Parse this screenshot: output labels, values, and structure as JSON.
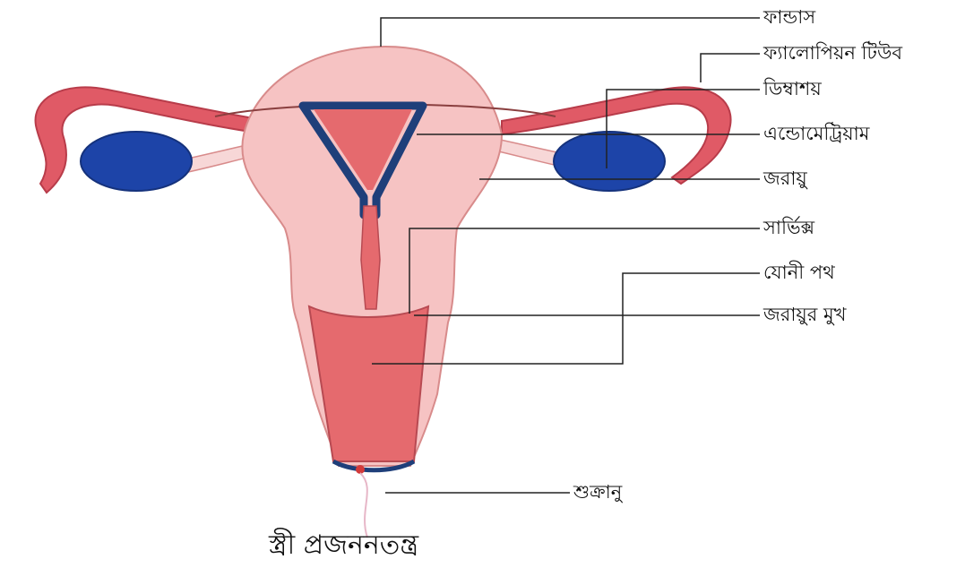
{
  "title": "স্ত্রী প্রজননতন্ত্র",
  "labels": {
    "fundus": "ফান্ডাস",
    "fallopian_tube": "ফ্যালোপিয়ন টিউব",
    "ovary": "ডিম্বাশয়",
    "endometrium": "এন্ডোমেট্রিয়াম",
    "uterus": "জরায়ু",
    "cervix": "সার্ভিক্স",
    "vagina": "যোনী পথ",
    "cervical_os": "জরায়ুর মুখ",
    "sperm": "শুক্রানু"
  },
  "colors": {
    "uterus_body": "#F6C3C3",
    "uterus_outline": "#D88B8B",
    "inner_cavity": "#E56A6E",
    "endometrium_lining": "#1F3F7A",
    "ovary": "#1D44A8",
    "tube": "#E05A66",
    "leader_line": "#222222",
    "sperm": "#E7B7C8"
  }
}
